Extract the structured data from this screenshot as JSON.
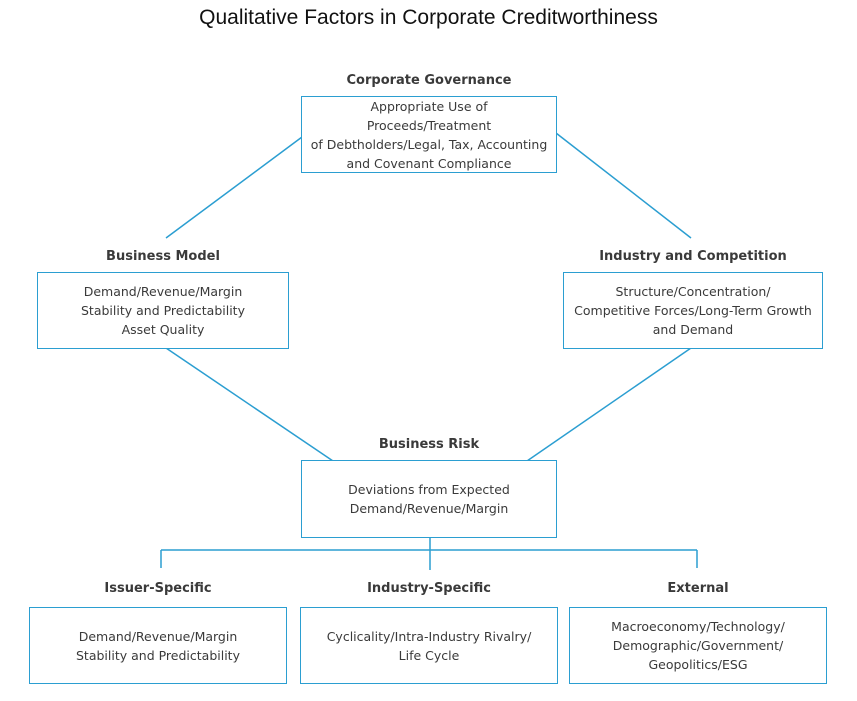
{
  "title": "Qualitative Factors in Corporate Creditworthiness",
  "colors": {
    "line": "#2b9ed1",
    "text": "#3a3a3a"
  },
  "nodes": {
    "governance": {
      "heading": "Corporate Governance",
      "lines": [
        "Appropriate Use of Proceeds/Treatment",
        "of Debtholders/Legal, Tax, Accounting",
        "and Covenant Compliance"
      ]
    },
    "business_model": {
      "heading": "Business Model",
      "lines": [
        "Demand/Revenue/Margin",
        "Stability and Predictability",
        "Asset Quality"
      ]
    },
    "industry": {
      "heading": "Industry and Competition",
      "lines": [
        "Structure/Concentration/",
        "Competitive Forces/Long-Term Growth",
        "and Demand"
      ]
    },
    "business_risk": {
      "heading": "Business Risk",
      "lines": [
        "Deviations from Expected",
        "Demand/Revenue/Margin"
      ]
    },
    "issuer": {
      "heading": "Issuer-Specific",
      "lines": [
        "Demand/Revenue/Margin",
        "Stability and Predictability"
      ]
    },
    "industry_specific": {
      "heading": "Industry-Specific",
      "lines": [
        "Cyclicality/Intra-Industry Rivalry/",
        "Life Cycle"
      ]
    },
    "external": {
      "heading": "External",
      "lines": [
        "Macroeconomy/Technology/",
        "Demographic/Government/",
        "Geopolitics/ESG"
      ]
    }
  }
}
